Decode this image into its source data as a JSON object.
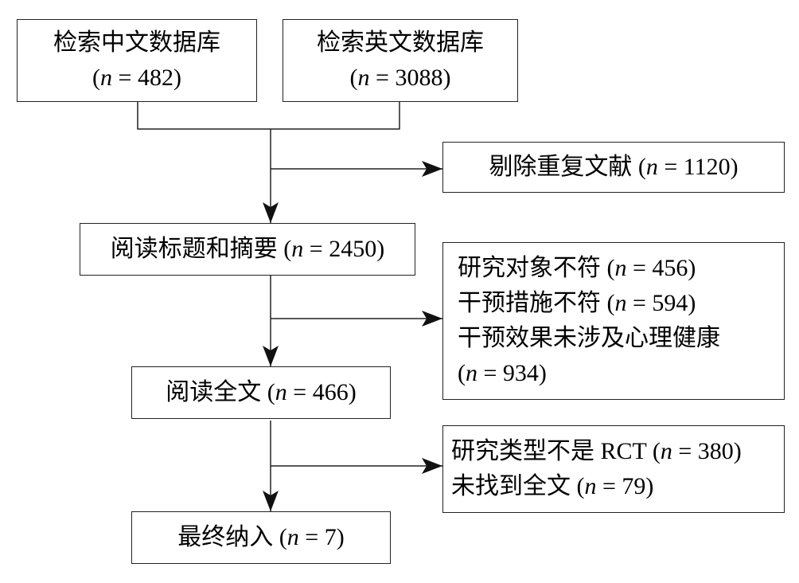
{
  "boxes": {
    "cn_db": {
      "title": "检索中文数据库",
      "n": "482"
    },
    "en_db": {
      "title": "检索英文数据库",
      "n": "3088"
    },
    "dup": {
      "label": "剔除重复文献",
      "n": "1120"
    },
    "screen": {
      "label": "阅读标题和摘要",
      "n": "2450"
    },
    "excl1": {
      "items": [
        {
          "label": "研究对象不符",
          "n": "456"
        },
        {
          "label": "干预措施不符",
          "n": "594"
        },
        {
          "label": "干预效果未涉及心理健康",
          "n": "934"
        }
      ]
    },
    "fulltext": {
      "label": "阅读全文",
      "n": "466"
    },
    "excl2": {
      "items": [
        {
          "label": "研究类型不是 RCT",
          "n": "380"
        },
        {
          "label": "未找到全文",
          "n": "79"
        }
      ]
    },
    "final": {
      "label": "最终纳入",
      "n": "7"
    }
  }
}
